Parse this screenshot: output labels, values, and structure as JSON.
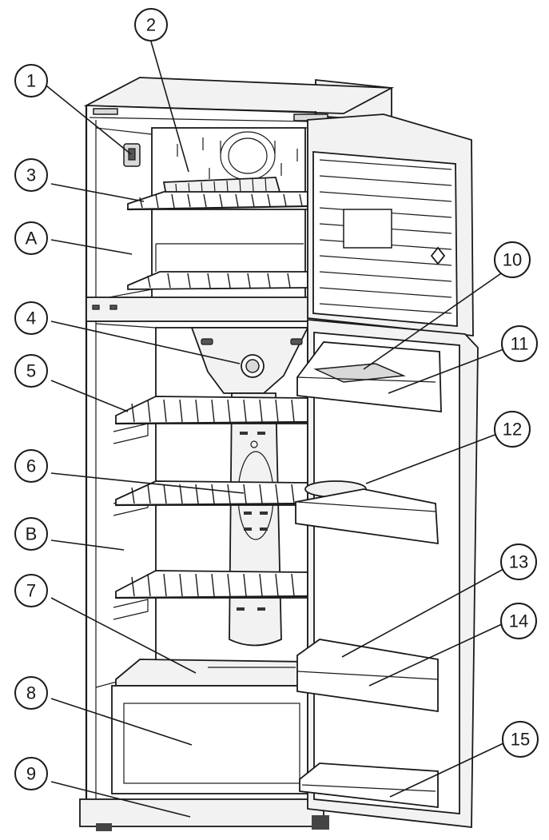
{
  "callouts": [
    {
      "id": "1",
      "label": "1"
    },
    {
      "id": "2",
      "label": "2"
    },
    {
      "id": "3",
      "label": "3"
    },
    {
      "id": "A",
      "label": "A"
    },
    {
      "id": "4",
      "label": "4"
    },
    {
      "id": "5",
      "label": "5"
    },
    {
      "id": "6",
      "label": "6"
    },
    {
      "id": "B",
      "label": "B"
    },
    {
      "id": "7",
      "label": "7"
    },
    {
      "id": "8",
      "label": "8"
    },
    {
      "id": "9",
      "label": "9"
    },
    {
      "id": "10",
      "label": "10"
    },
    {
      "id": "11",
      "label": "11"
    },
    {
      "id": "12",
      "label": "12"
    },
    {
      "id": "13",
      "label": "13"
    },
    {
      "id": "14",
      "label": "14"
    },
    {
      "id": "15",
      "label": "15"
    }
  ]
}
